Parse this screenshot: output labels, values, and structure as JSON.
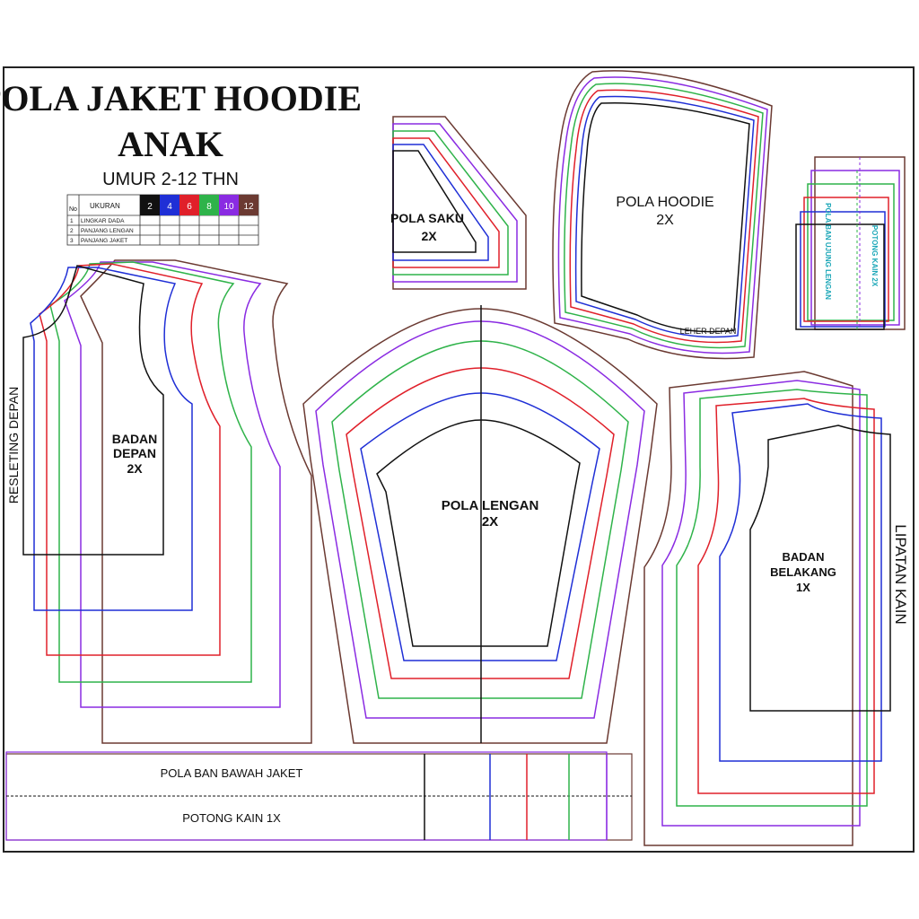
{
  "title": {
    "line1": "POLA JAKET HOODIE",
    "line2": "ANAK",
    "subtitle": "UMUR 2-12 THN"
  },
  "size_table": {
    "header_no": "No",
    "header_size": "UKURAN",
    "sizes": [
      {
        "label": "2",
        "color": "#111111"
      },
      {
        "label": "4",
        "color": "#1f2fd6"
      },
      {
        "label": "6",
        "color": "#e0202a"
      },
      {
        "label": "8",
        "color": "#2fb34a"
      },
      {
        "label": "10",
        "color": "#8a2be2"
      },
      {
        "label": "12",
        "color": "#6b3a32"
      }
    ],
    "rows": [
      {
        "no": "1",
        "label": "LINGKAR DADA"
      },
      {
        "no": "2",
        "label": "PANJANG LENGAN"
      },
      {
        "no": "3",
        "label": "PANJANG JAKET"
      }
    ]
  },
  "pieces": {
    "pocket": {
      "name": "POLA SAKU",
      "qty": "2X"
    },
    "hood": {
      "name": "POLA HOODIE",
      "qty": "2X",
      "note": "LEHER DEPAN"
    },
    "cuff": {
      "name": "POLA BAN UJUNG LENGAN",
      "note": "POTONG KAIN 2X"
    },
    "front": {
      "name1": "BADAN",
      "name2": "DEPAN",
      "qty": "2X",
      "edge": "RESLETING DEPAN"
    },
    "sleeve": {
      "name": "POLA LENGAN",
      "qty": "2X"
    },
    "back": {
      "name1": "BADAN",
      "name2": "BELAKANG",
      "qty": "1X",
      "edge": "LIPATAN KAIN"
    },
    "waistband": {
      "name": "POLA BAN BAWAH JAKET",
      "note": "POTONG KAIN 1X"
    }
  }
}
